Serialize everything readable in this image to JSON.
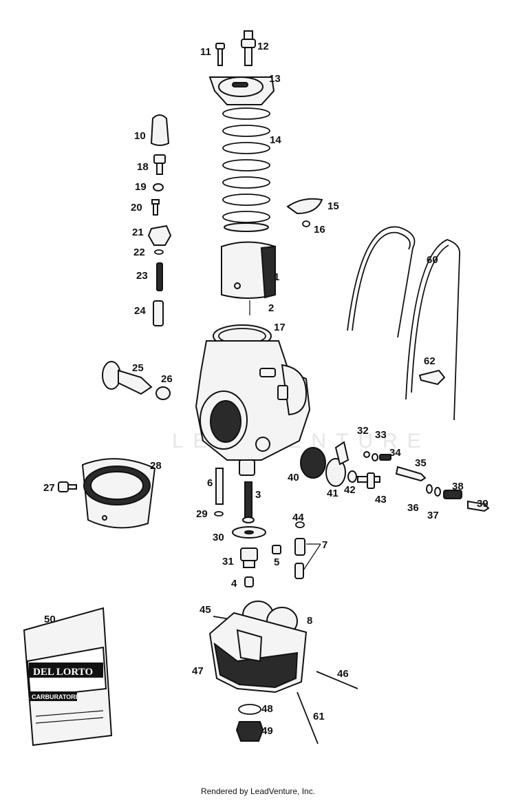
{
  "diagram": {
    "watermark": "LEADVENTURE",
    "bag_brand": "DEL LORTO",
    "bag_product": "CARBURATORI",
    "callouts": [
      "1",
      "2",
      "3",
      "4",
      "5",
      "6",
      "7",
      "8",
      "10",
      "11",
      "12",
      "13",
      "14",
      "15",
      "16",
      "17",
      "18",
      "19",
      "20",
      "21",
      "22",
      "23",
      "24",
      "25",
      "26",
      "27",
      "28",
      "29",
      "30",
      "31",
      "32",
      "33",
      "34",
      "35",
      "36",
      "37",
      "38",
      "39",
      "40",
      "41",
      "42",
      "43",
      "44",
      "45",
      "46",
      "47",
      "48",
      "49",
      "50",
      "60",
      "61",
      "62"
    ]
  },
  "footer": {
    "text": "Rendered by LeadVenture, Inc."
  }
}
